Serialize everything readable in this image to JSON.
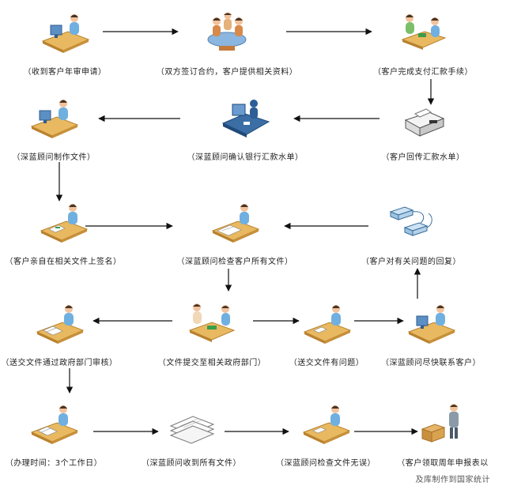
{
  "nodes": [
    {
      "id": "n1",
      "label": "（收到客户年审申请）",
      "icon": "person-at-computer"
    },
    {
      "id": "n2",
      "label": "（双方签订合约，客户提供相关资料）",
      "icon": "meeting-table"
    },
    {
      "id": "n3",
      "label": "（客户完成支付汇款手续）",
      "icon": "handshake-desk"
    },
    {
      "id": "n4",
      "label": "（深蓝顾问制作文件）",
      "icon": "person-at-computer"
    },
    {
      "id": "n5",
      "label": "（深蓝顾问确认银行汇款水单）",
      "icon": "blue-workstation"
    },
    {
      "id": "n6",
      "label": "（客户回传汇款水单）",
      "icon": "fax-machine"
    },
    {
      "id": "n7",
      "label": "（客户亲自在相关文件上签名）",
      "icon": "person-signing"
    },
    {
      "id": "n8",
      "label": "（深蓝顾问检查客户所有文件）",
      "icon": "person-checking-documents"
    },
    {
      "id": "n9",
      "label": "（客户对有关问题的回复）",
      "icon": "telephones"
    },
    {
      "id": "n10",
      "label": "（送交文件通过政府部门审核）",
      "icon": "person-with-documents"
    },
    {
      "id": "n11",
      "label": "（文件提交至相关政府部门）",
      "icon": "two-people-exchange"
    },
    {
      "id": "n12",
      "label": "（送交文件有问题）",
      "icon": "person-at-desk"
    },
    {
      "id": "n13",
      "label": "（深蓝顾问尽快联系客户）",
      "icon": "person-at-computer"
    },
    {
      "id": "n14",
      "label": "（办理时间：3个工作日）",
      "icon": "person-with-documents"
    },
    {
      "id": "n15",
      "label": "（深蓝顾问收到所有文件）",
      "icon": "document-stack"
    },
    {
      "id": "n16",
      "label": "（深蓝顾问检查文件无误）",
      "icon": "person-at-desk"
    },
    {
      "id": "n17",
      "label": "（客户领取周年申报表以",
      "icon": "courier-with-boxes"
    }
  ],
  "edges": [
    [
      "n1",
      "n2"
    ],
    [
      "n2",
      "n3"
    ],
    [
      "n3",
      "n6"
    ],
    [
      "n6",
      "n5"
    ],
    [
      "n5",
      "n4"
    ],
    [
      "n4",
      "n7"
    ],
    [
      "n7",
      "n8"
    ],
    [
      "n9",
      "n8"
    ],
    [
      "n8",
      "n11"
    ],
    [
      "n11",
      "n10"
    ],
    [
      "n11",
      "n12"
    ],
    [
      "n12",
      "n13"
    ],
    [
      "n13",
      "n9"
    ],
    [
      "n10",
      "n14"
    ],
    [
      "n14",
      "n15"
    ],
    [
      "n15",
      "n16"
    ],
    [
      "n16",
      "n17"
    ]
  ],
  "watermark": "及库制作到国家统计"
}
